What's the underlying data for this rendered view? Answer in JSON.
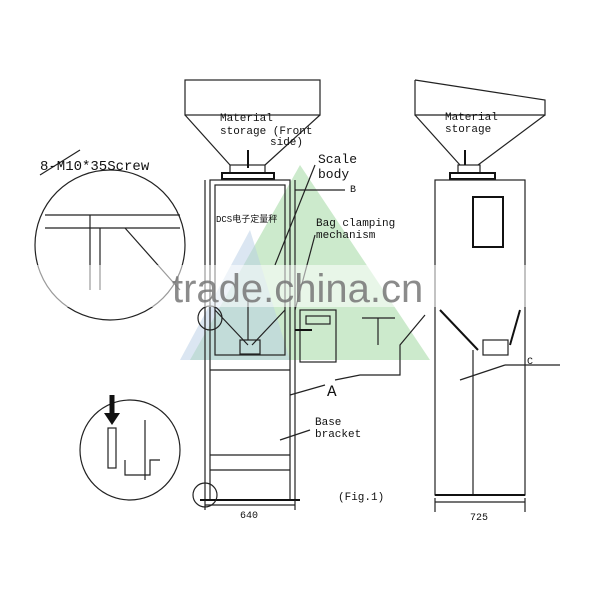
{
  "labels": {
    "screw": "8-M10*35Screw",
    "material_front_1": "Material",
    "material_front_2": "storage (Front",
    "material_front_3": "side)",
    "scale_body_1": "Scale",
    "scale_body_2": "body",
    "b": "B",
    "dcs": "DCS电子定量秤",
    "bag_1": "Bag clamping",
    "bag_2": "mechanism",
    "a": "A",
    "base_1": "Base",
    "base_2": "bracket",
    "fig": "(Fig.1)",
    "dim_640": "640",
    "material_side_1": "Material",
    "material_side_2": "storage",
    "c": "C",
    "dim_725": "725"
  },
  "watermark": "trade.china.cn",
  "colors": {
    "watermark_green": "#8fd08f",
    "watermark_blue": "#b8cde6",
    "panel_green": "#cfe9cf"
  }
}
